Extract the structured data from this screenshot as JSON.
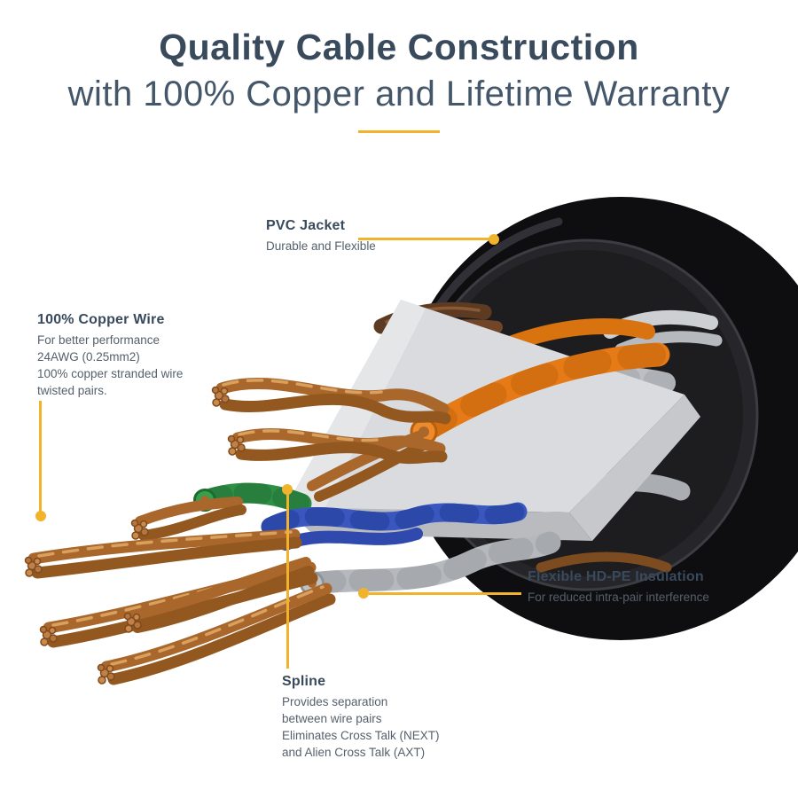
{
  "header": {
    "title": "Quality Cable Construction",
    "subtitle": "with 100% Copper and Lifetime Warranty"
  },
  "callouts": {
    "pvc_jacket": {
      "title": "PVC Jacket",
      "lines": [
        "Durable and Flexible"
      ]
    },
    "copper_wire": {
      "title": "100% Copper Wire",
      "lines": [
        "For better performance",
        "24AWG (0.25mm2)",
        "100% copper stranded wire",
        "twisted pairs."
      ]
    },
    "hdpe_insulation": {
      "title": "Flexible HD-PE Insulation",
      "lines": [
        "For reduced intra-pair interference"
      ]
    },
    "spline": {
      "title": "Spline",
      "lines": [
        "Provides separation",
        "between wire pairs",
        "Eliminates Cross Talk (NEXT)",
        "and Alien Cross Talk (AXT)"
      ]
    }
  },
  "colors": {
    "heading_navy": "#394a5c",
    "accent_yellow": "#f2b32c",
    "jacket_black": "#0e0e10",
    "copper": "#a9672c",
    "spline_grey": "#d9dbde",
    "wire_blue": "#3a57c0",
    "wire_green": "#2f9044",
    "wire_orange": "#e57a17",
    "wire_grey": "#b5b8bc",
    "wire_brown": "#5d3a22"
  }
}
